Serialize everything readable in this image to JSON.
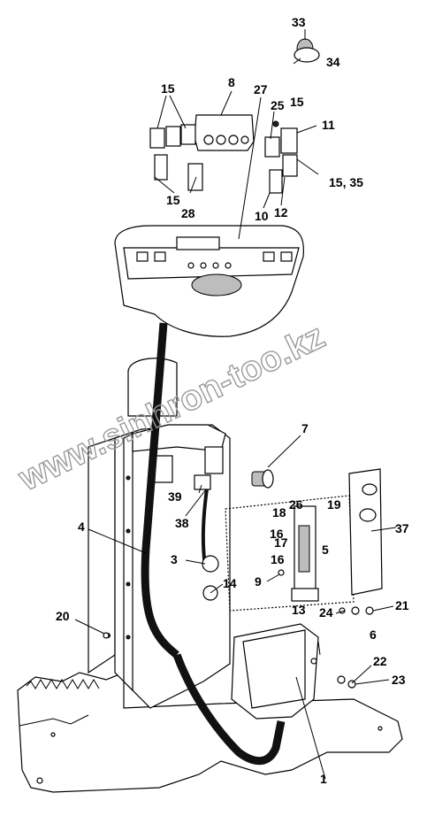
{
  "watermark": "www.sinhron-too.kz",
  "callouts": [
    "33",
    "34",
    "8",
    "15",
    "27",
    "25",
    "15",
    "11",
    "15",
    "28",
    "10",
    "12",
    "15, 35",
    "7",
    "39",
    "38",
    "26",
    "19",
    "18",
    "16",
    "17",
    "4",
    "16",
    "5",
    "37",
    "3",
    "14",
    "9",
    "13",
    "24",
    "21",
    "20",
    "6",
    "22",
    "23",
    "1"
  ]
}
